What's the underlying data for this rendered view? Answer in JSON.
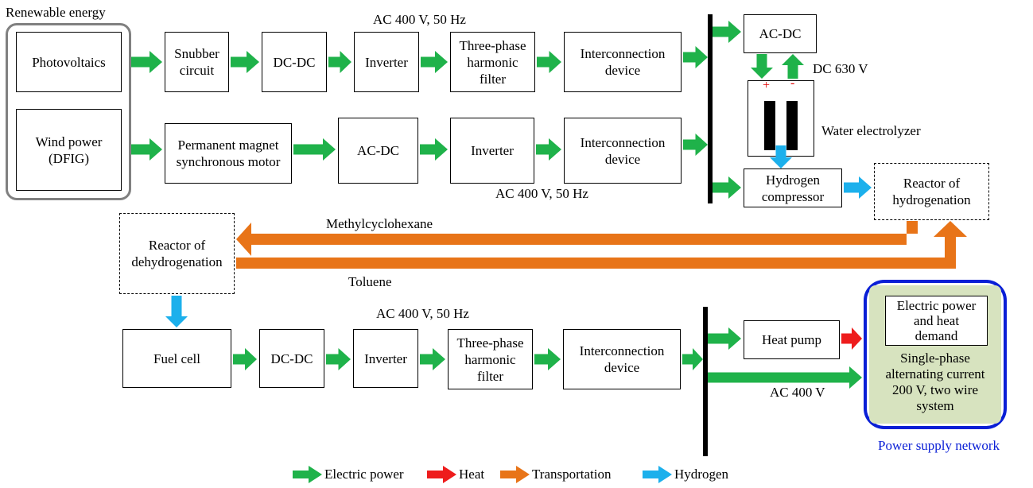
{
  "title": "Renewable energy",
  "colors": {
    "electric": "#1fb24a",
    "heat": "#ee1c1c",
    "transport": "#e87418",
    "hydrogen": "#1cb0ec",
    "network_border": "#0a1fd6",
    "network_fill": "#d7e3bf",
    "group_border": "#808080"
  },
  "sources": {
    "pv": "Photovoltaics",
    "wind_l1": "Wind power",
    "wind_l2": "(DFIG)"
  },
  "row1": {
    "snubber_l1": "Snubber",
    "snubber_l2": "circuit",
    "dcdc": "DC-DC",
    "inverter": "Inverter",
    "filter_l1": "Three-phase",
    "filter_l2": "harmonic",
    "filter_l3": "filter",
    "interconn_l1": "Interconnection",
    "interconn_l2": "device",
    "voltage": "AC 400 V, 50 Hz"
  },
  "row2": {
    "pmsm_l1": "Permanent magnet",
    "pmsm_l2": "synchronous motor",
    "acdc": "AC-DC",
    "inverter": "Inverter",
    "interconn_l1": "Interconnection",
    "interconn_l2": "device",
    "voltage": "AC 400 V, 50 Hz"
  },
  "electrolysis": {
    "acdc": "AC-DC",
    "dc_voltage": "DC 630 V",
    "plus": "+",
    "minus": "-",
    "electrolyzer": "Water electrolyzer",
    "compressor_l1": "Hydrogen",
    "compressor_l2": "compressor",
    "hydro_reactor_l1": "Reactor of",
    "hydro_reactor_l2": "hydrogenation"
  },
  "transport": {
    "dehydro_l1": "Reactor of",
    "dehydro_l2": "dehydrogenation",
    "mch": "Methylcyclohexane",
    "toluene": "Toluene"
  },
  "row3": {
    "fuelcell": "Fuel cell",
    "dcdc": "DC-DC",
    "inverter": "Inverter",
    "filter_l1": "Three-phase",
    "filter_l2": "harmonic",
    "filter_l3": "filter",
    "interconn_l1": "Interconnection",
    "interconn_l2": "device",
    "voltage": "AC 400 V, 50 Hz",
    "heatpump": "Heat pump",
    "ac400": "AC 400 V"
  },
  "network": {
    "demand_l1": "Electric power",
    "demand_l2": "and heat",
    "demand_l3": "demand",
    "system_l1": "Single-phase",
    "system_l2": "alternating current",
    "system_l3": "200 V, two wire",
    "system_l4": "system",
    "caption": "Power supply network"
  },
  "legend": {
    "electric": "Electric power",
    "heat": "Heat",
    "transport": "Transportation",
    "hydrogen": "Hydrogen"
  }
}
